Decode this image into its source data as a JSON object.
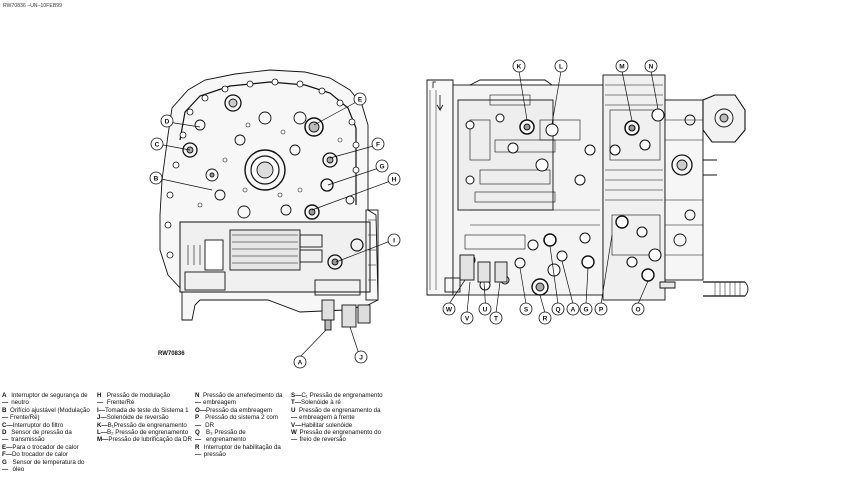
{
  "header": {
    "code": "RW70836 –UN–10FEB99"
  },
  "figure_label": "RW70836",
  "callouts": {
    "A": "A",
    "B": "B",
    "C": "C",
    "D": "D",
    "E": "E",
    "F": "F",
    "G": "G",
    "H": "H",
    "I": "I",
    "J": "J",
    "K": "K",
    "L": "L",
    "M": "M",
    "N": "N",
    "O": "O",
    "P": "P",
    "Q": "Q",
    "R": "R",
    "S": "S",
    "T": "T",
    "U": "U",
    "V": "V",
    "W": "W"
  },
  "legend": {
    "col1": [
      {
        "k": "A—",
        "d": "Interruptor de segurança de neutro"
      },
      {
        "k": "B—",
        "d": "Orifício ajustável (Modulação Frente/Ré)"
      },
      {
        "k": "C—",
        "d": "Interruptor do filtro"
      },
      {
        "k": "D—",
        "d": "Sensor de pressão da transmissão"
      },
      {
        "k": "E—",
        "d": "Para o trocador de calor"
      },
      {
        "k": "F—",
        "d": "Do trocador de calor"
      },
      {
        "k": "G—",
        "d": "Sensor de temperatura do óleo"
      }
    ],
    "col2": [
      {
        "k": "H—",
        "d": "Pressão de modulação Frente/Ré"
      },
      {
        "k": "I—",
        "d": "Tomada de teste do Sistema 1"
      },
      {
        "k": "J—",
        "d": "Solenóide de reversão"
      },
      {
        "k": "K—",
        "d": "B₁Pressão de engrenamento"
      },
      {
        "k": "L—",
        "d": "B₂ Pressão de engrenamento"
      },
      {
        "k": "M—",
        "d": "Pressão de lubrificação da DR"
      }
    ],
    "col3": [
      {
        "k": "N—",
        "d": "Pressão de arrefecimento da embreagem"
      },
      {
        "k": "O—",
        "d": "Pressão da embreagem"
      },
      {
        "k": "P—",
        "d": "Pressão do sistema 2 com DR"
      },
      {
        "k": "Q—",
        "d": "B₃ Pressão de engrenamento"
      },
      {
        "k": "R—",
        "d": "Interruptor de habilitação da pressão"
      }
    ],
    "col4": [
      {
        "k": "S—",
        "d": "C₁ Pressão de engrenamento"
      },
      {
        "k": "T—",
        "d": "Solenóide à ré"
      },
      {
        "k": "U—",
        "d": "Pressão de engrenamento da embreagem à frente"
      },
      {
        "k": "V—",
        "d": "Habilitar solenóide"
      },
      {
        "k": "W—",
        "d": "Pressão de engrenamento do freio de reversão"
      }
    ]
  }
}
